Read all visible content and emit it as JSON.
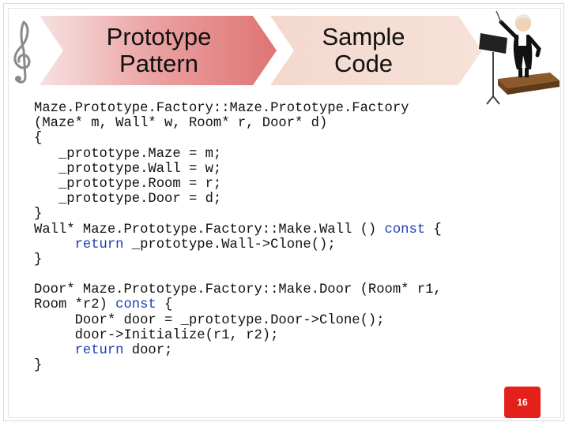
{
  "header": {
    "tab1_line1": "Prototype",
    "tab1_line2": "Pattern",
    "tab2_line1": "Sample",
    "tab2_line2": "Code"
  },
  "icons": [
    "treble-clef-icon",
    "conductor-figure-icon"
  ],
  "colors": {
    "tab1": "#e48a8a",
    "tab2": "#f2d3c4",
    "page_badge": "#e32019"
  },
  "code": {
    "l1": "Maze.Prototype.Factory::Maze.Prototype.Factory",
    "l2": "(Maze* m, Wall* w, Room* r, Door* d)",
    "l3": "{",
    "l4": "   _prototype.Maze = m;",
    "l5": "   _prototype.Wall = w;",
    "l6": "   _prototype.Room = r;",
    "l7": "   _prototype.Door = d;",
    "l8": "}",
    "l9_pre": "Wall* Maze.Prototype.Factory::Make.Wall () ",
    "l9_kw": "const",
    "l9_post": " {",
    "l10_indent": "     ",
    "l10_kw": "return",
    "l10_post": " _prototype.Wall->Clone();",
    "l11": "}",
    "l12": "",
    "l13": "Door* Maze.Prototype.Factory::Make.Door (Room* r1,",
    "l14_pre": "Room *r2) ",
    "l14_kw": "const",
    "l14_post": " {",
    "l15": "     Door* door = _prototype.Door->Clone();",
    "l16": "     door->Initialize(r1, r2);",
    "l17_indent": "     ",
    "l17_kw": "return",
    "l17_post": " door;",
    "l18": "}"
  },
  "page_number": "16"
}
